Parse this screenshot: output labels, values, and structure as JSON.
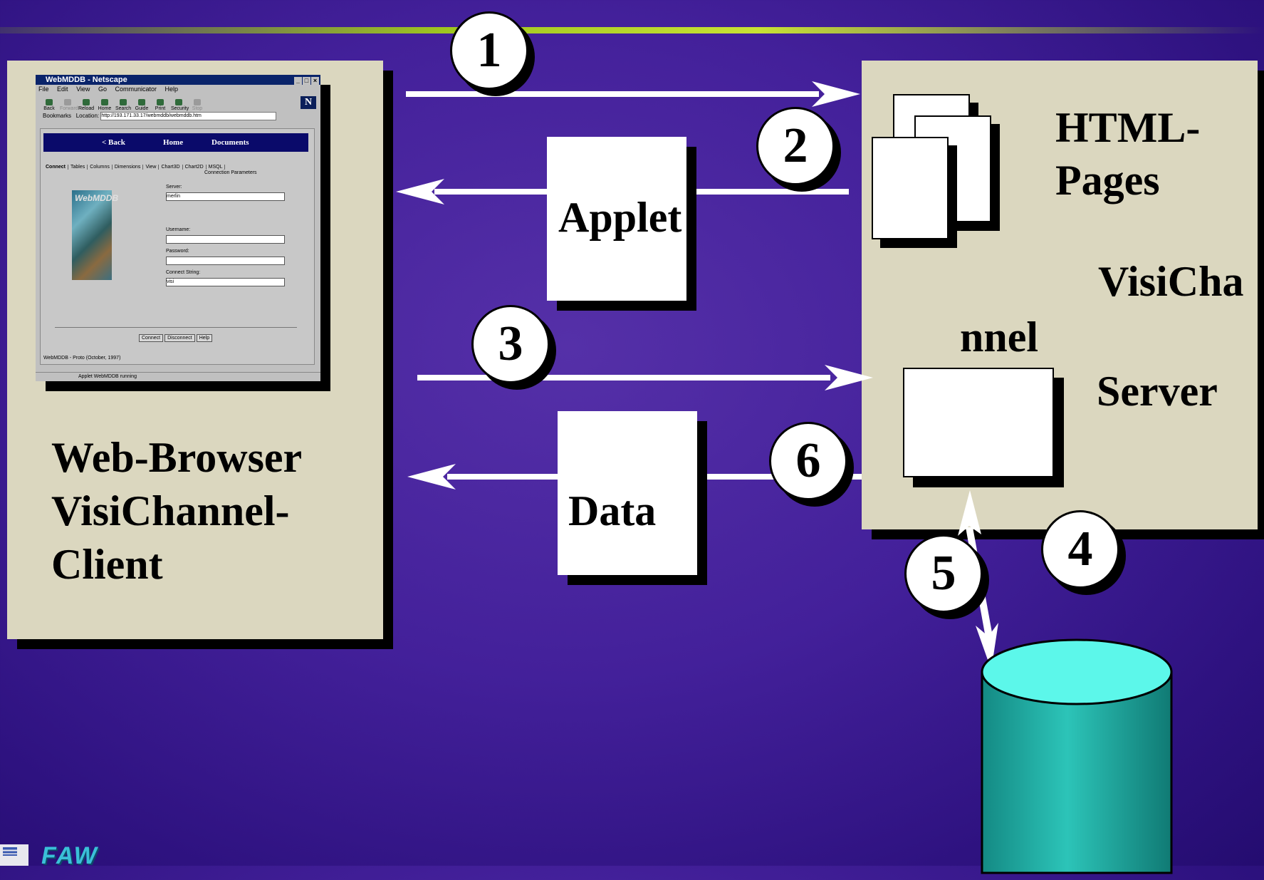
{
  "colors": {
    "background": "#3f1f96",
    "panel": "#dbd7bf",
    "arrow": "#ffffff",
    "database": "#22b0a6"
  },
  "client": {
    "label_line1": "Web-Browser",
    "label_line2": "VisiChannel-",
    "label_line3": "Client"
  },
  "server": {
    "html_pages_line1": "HTML-",
    "html_pages_line2": "Pages",
    "visichannel_part1": "VisiCha",
    "visichannel_part2": "nnel",
    "server_label": "Server"
  },
  "messages": {
    "applet": "Applet",
    "data": "Data"
  },
  "steps": [
    "1",
    "2",
    "3",
    "4",
    "5",
    "6"
  ],
  "browser": {
    "title": "WebMDDB - Netscape",
    "menu": [
      "File",
      "Edit",
      "View",
      "Go",
      "Communicator",
      "Help"
    ],
    "toolbar": [
      "Back",
      "Forward",
      "Reload",
      "Home",
      "Search",
      "Guide",
      "Print",
      "Security",
      "Stop"
    ],
    "bookmarks_label": "Bookmarks",
    "location_label": "Location:",
    "url": "http://193.171.33.17/webmddb/webmddb.htm",
    "nav": [
      "< Back",
      "Home",
      "Documents"
    ],
    "tabs": [
      "Connect",
      "Tables",
      "Columns",
      "Dimensions",
      "View",
      "Chart3D",
      "Chart2D",
      "MSQL"
    ],
    "image_text": "WebMDDB",
    "params_title": "Connection Parameters",
    "server_label": "Server:",
    "server_value": "merlin",
    "username_label": "Username:",
    "password_label": "Password:",
    "connect_string_label": "Connect String:",
    "connect_string_value": "visi",
    "buttons": [
      "Connect",
      "Disconnect",
      "Help"
    ],
    "footer": "WebMDDB - Proto (October, 1997)",
    "status": "Applet WebMDDB running"
  },
  "logos": {
    "faw": "FAW"
  }
}
